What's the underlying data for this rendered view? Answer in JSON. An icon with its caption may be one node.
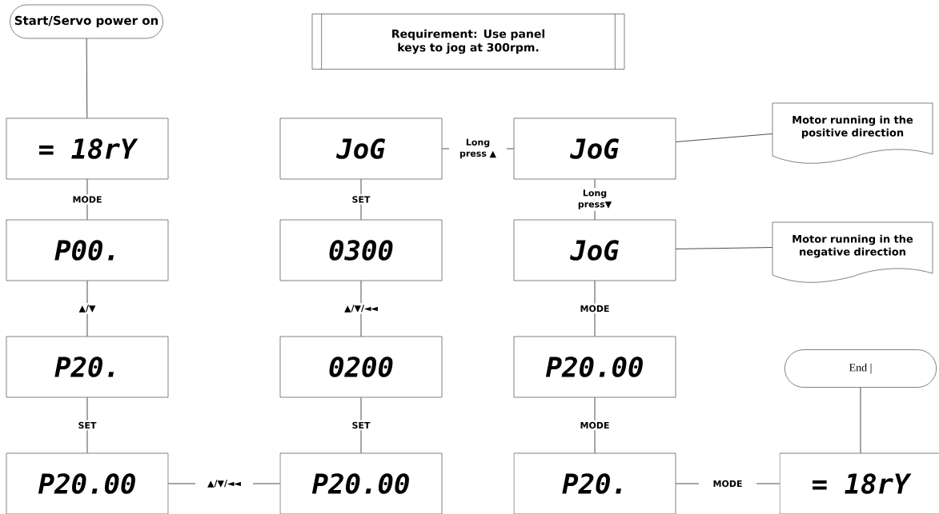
{
  "diagram": {
    "nodes": [
      {
        "text": [
          "Start/Servo power on"
        ]
      },
      {
        "text": [
          "Requirement: Use panel keys to jog at 300rpm."
        ]
      },
      {
        "text": [
          "= 18rY"
        ]
      },
      {
        "text": [
          "P00."
        ]
      },
      {
        "text": [
          "P20."
        ]
      },
      {
        "text": [
          "P20.00"
        ]
      },
      {
        "text": [
          "JoG"
        ]
      },
      {
        "text": [
          "0300"
        ]
      },
      {
        "text": [
          "0200"
        ]
      },
      {
        "text": [
          "P20.00"
        ]
      },
      {
        "text": [
          "JoG"
        ]
      },
      {
        "text": [
          "Motor running in the positive direction"
        ]
      },
      {
        "text": [
          "JoG"
        ]
      },
      {
        "text": [
          "Motor running in the negative direction"
        ]
      },
      {
        "text": [
          "P20.00"
        ]
      },
      {
        "text": [
          "P20."
        ]
      },
      {
        "text": [
          "End |"
        ]
      },
      {
        "text": [
          "= 18rY"
        ]
      }
    ],
    "edges": [
      {
        "from": 0,
        "to": 2,
        "arrow": "none"
      },
      {
        "from": 2,
        "to": 3,
        "arrow": "none",
        "label": "MODE"
      },
      {
        "from": 3,
        "to": 4,
        "arrow": "none",
        "label": "▲/▼"
      },
      {
        "from": 4,
        "to": 5,
        "arrow": "none",
        "label": "SET"
      },
      {
        "from": 5,
        "to": 9,
        "arrow": "none",
        "label": "▲/▼/◄◄"
      },
      {
        "from": 9,
        "to": 8,
        "arrow": "none",
        "label": "SET"
      },
      {
        "from": 8,
        "to": 7,
        "arrow": "none",
        "label": "▲/▼/◄◄"
      },
      {
        "from": 7,
        "to": 6,
        "arrow": "none",
        "label": "SET"
      },
      {
        "from": 6,
        "to": 10,
        "arrow": "none",
        "label": "Long press ▲"
      },
      {
        "from": 10,
        "to": 11,
        "arrow": "none"
      },
      {
        "from": 10,
        "to": 12,
        "arrow": "none",
        "label": "Long press▼"
      },
      {
        "from": 12,
        "to": 13,
        "arrow": "none"
      },
      {
        "from": 12,
        "to": 14,
        "arrow": "none",
        "label": "MODE"
      },
      {
        "from": 14,
        "to": 15,
        "arrow": "none",
        "label": "MODE"
      },
      {
        "from": 15,
        "to": 17,
        "arrow": "none",
        "label": "MODE"
      },
      {
        "from": 17,
        "to": 16,
        "arrow": "none"
      }
    ]
  }
}
